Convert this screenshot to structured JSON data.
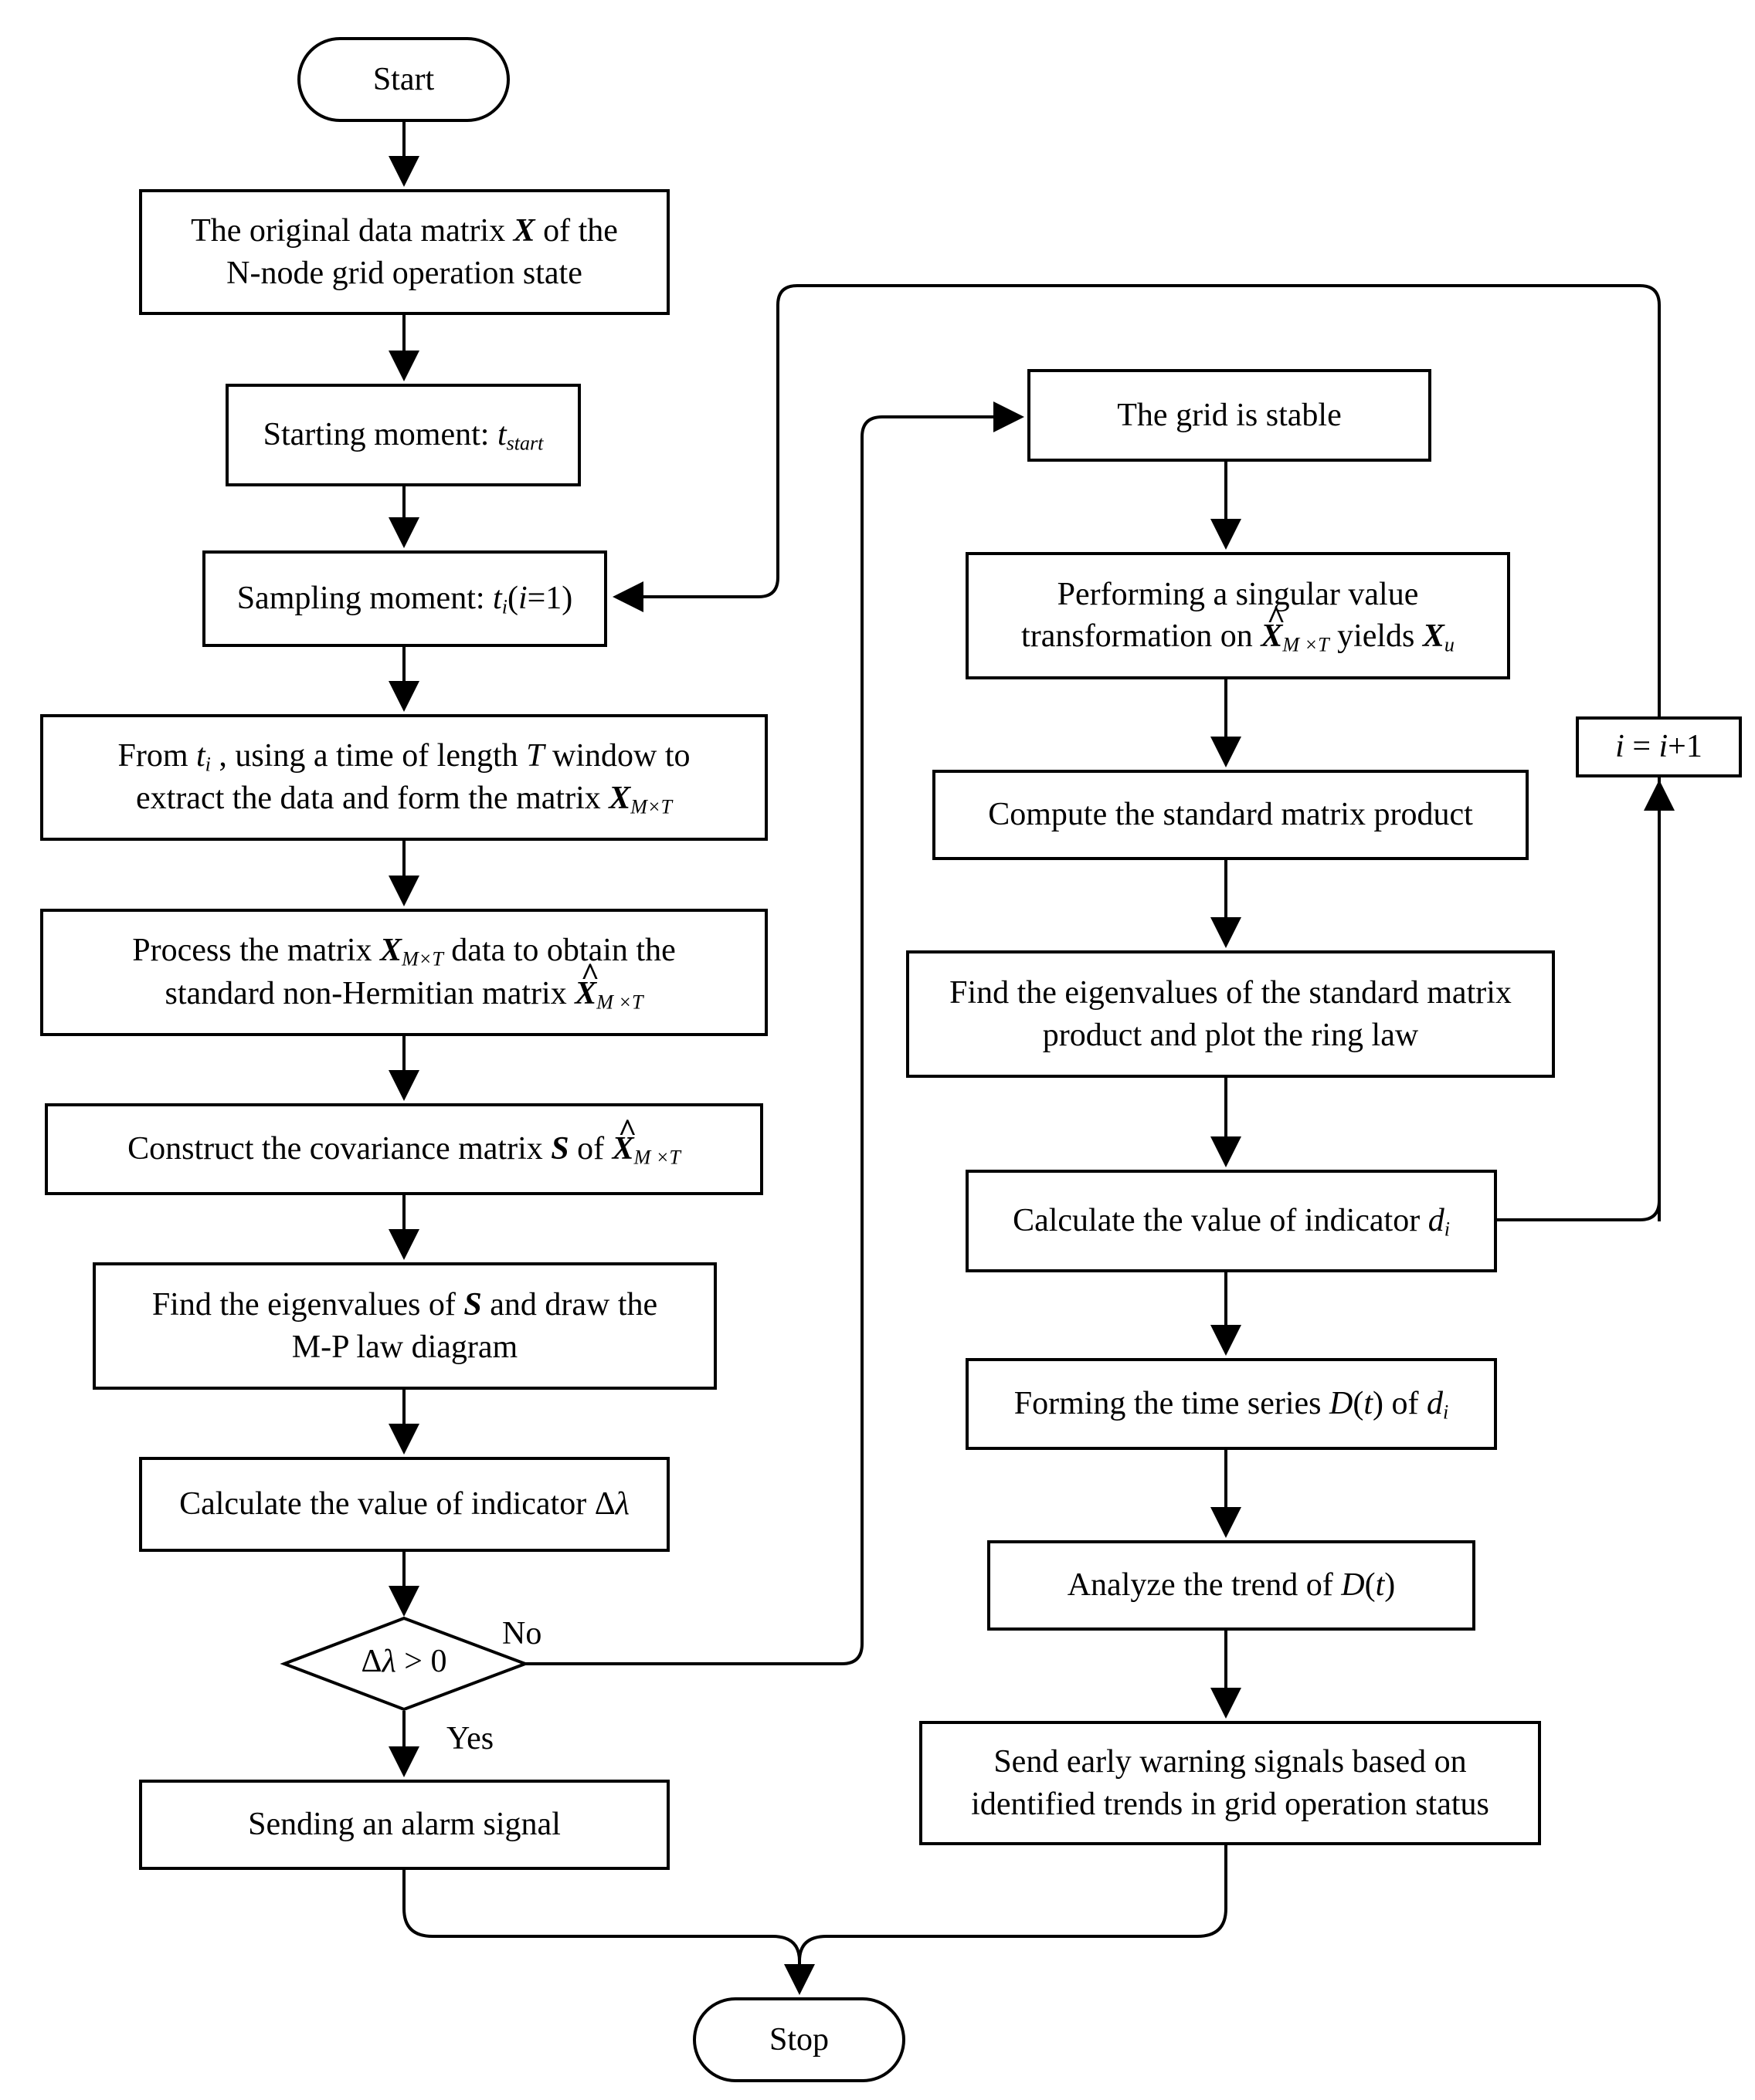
{
  "nodes": {
    "start": "Start",
    "original_data_l1a": "The original data matrix ",
    "original_data_X": "X",
    "original_data_l1b": " of the",
    "original_data_l2": "N-node grid operation state",
    "starting_moment": "Starting moment: ",
    "starting_var": "t",
    "starting_sub": "start",
    "sampling_moment": "Sampling moment: ",
    "sampling_var": "t",
    "sampling_sub": "i",
    "sampling_paren": "(",
    "sampling_i": "i",
    "sampling_eq": "=1)",
    "from_ti_a": "From  ",
    "from_ti_t": "t",
    "from_ti_sub": "i",
    "from_ti_b": " , using a time of length ",
    "from_ti_T": "T",
    "from_ti_c": " window to",
    "from_ti_l2": "extract the data and form the matrix ",
    "from_ti_X": "X",
    "from_ti_sub2": "M×T",
    "process_l1a": "Process the matrix ",
    "process_X": "X",
    "process_sub": "M×T",
    "process_l1b": " data to obtain the",
    "process_l2": "standard non-Hermitian matrix ",
    "process_Xhat": "X",
    "process_sub2": "M ×T",
    "construct_a": "Construct the covariance matrix ",
    "construct_S": "S",
    "construct_b": " of ",
    "construct_Xhat": "X",
    "construct_sub": "M ×T",
    "find_mp_a": "Find the eigenvalues of ",
    "find_mp_S": "S",
    "find_mp_b": " and draw the",
    "find_mp_l2": "M-P law diagram",
    "calc_lambda": "Calculate the value of indicator Δ",
    "calc_lambda_var": "λ",
    "decision_a": "Δ",
    "decision_var": "λ",
    "decision_b": " > 0",
    "alarm": "Sending an alarm signal",
    "stop": "Stop",
    "stable": "The grid is stable",
    "svt_l1": "Performing a singular value",
    "svt_l2a": "transformation on ",
    "svt_Xhat": "X",
    "svt_sub": "M ×T",
    "svt_l2b": " yields ",
    "svt_X": "X",
    "svt_sub2": "u",
    "compute": "Compute the standard matrix product",
    "ring_l1": "Find the eigenvalues of the standard matrix",
    "ring_l2": "product and plot the ring law",
    "calc_d": "Calculate the value of indicator ",
    "calc_d_var": "d",
    "calc_d_sub": "i",
    "series_a": "Forming the time series ",
    "series_D": "D",
    "series_paren": "(",
    "series_t": "t",
    "series_b": ") of ",
    "series_d": "d",
    "series_sub": "i",
    "trend_a": "Analyze the trend of ",
    "trend_D": "D",
    "trend_paren": "(",
    "trend_t": "t",
    "trend_close": ")",
    "warning_l1": "Send early warning signals based on",
    "warning_l2": "identified trends in grid operation status",
    "increment_a": "i",
    "increment_b": " = ",
    "increment_c": "i",
    "increment_d": "+1"
  },
  "edge_labels": {
    "no": "No",
    "yes": "Yes"
  }
}
